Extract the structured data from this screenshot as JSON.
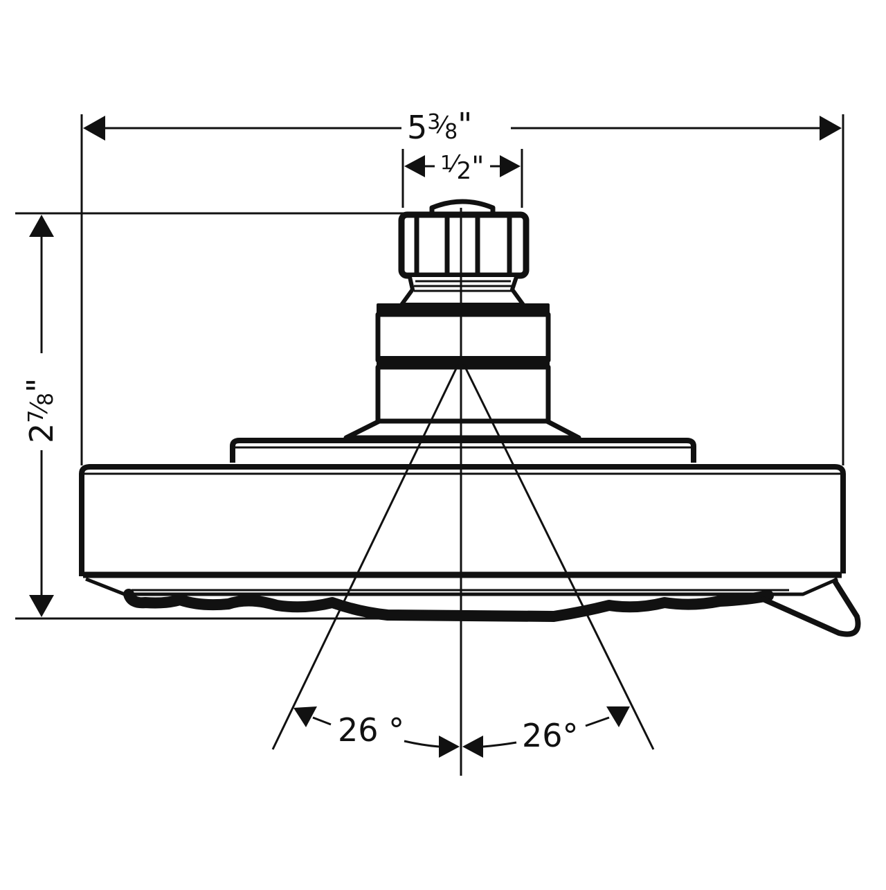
{
  "drawing": {
    "subject": "Shower head side view technical drawing",
    "stroke_color": "#111111",
    "background": "#ffffff"
  },
  "dimensions": {
    "overall_width": {
      "label": "5³⁄₈\"",
      "whole": "5",
      "num": "3",
      "den": "8",
      "unit": "\""
    },
    "connection_size": {
      "label": "½\"",
      "whole": "",
      "num": "1",
      "den": "2",
      "unit": "\""
    },
    "overall_height": {
      "label": "2⁷⁄₈\"",
      "whole": "2",
      "num": "7",
      "den": "8",
      "unit": "\""
    },
    "spray_angle_left": {
      "label": "26 °"
    },
    "spray_angle_right": {
      "label": "26°"
    }
  }
}
